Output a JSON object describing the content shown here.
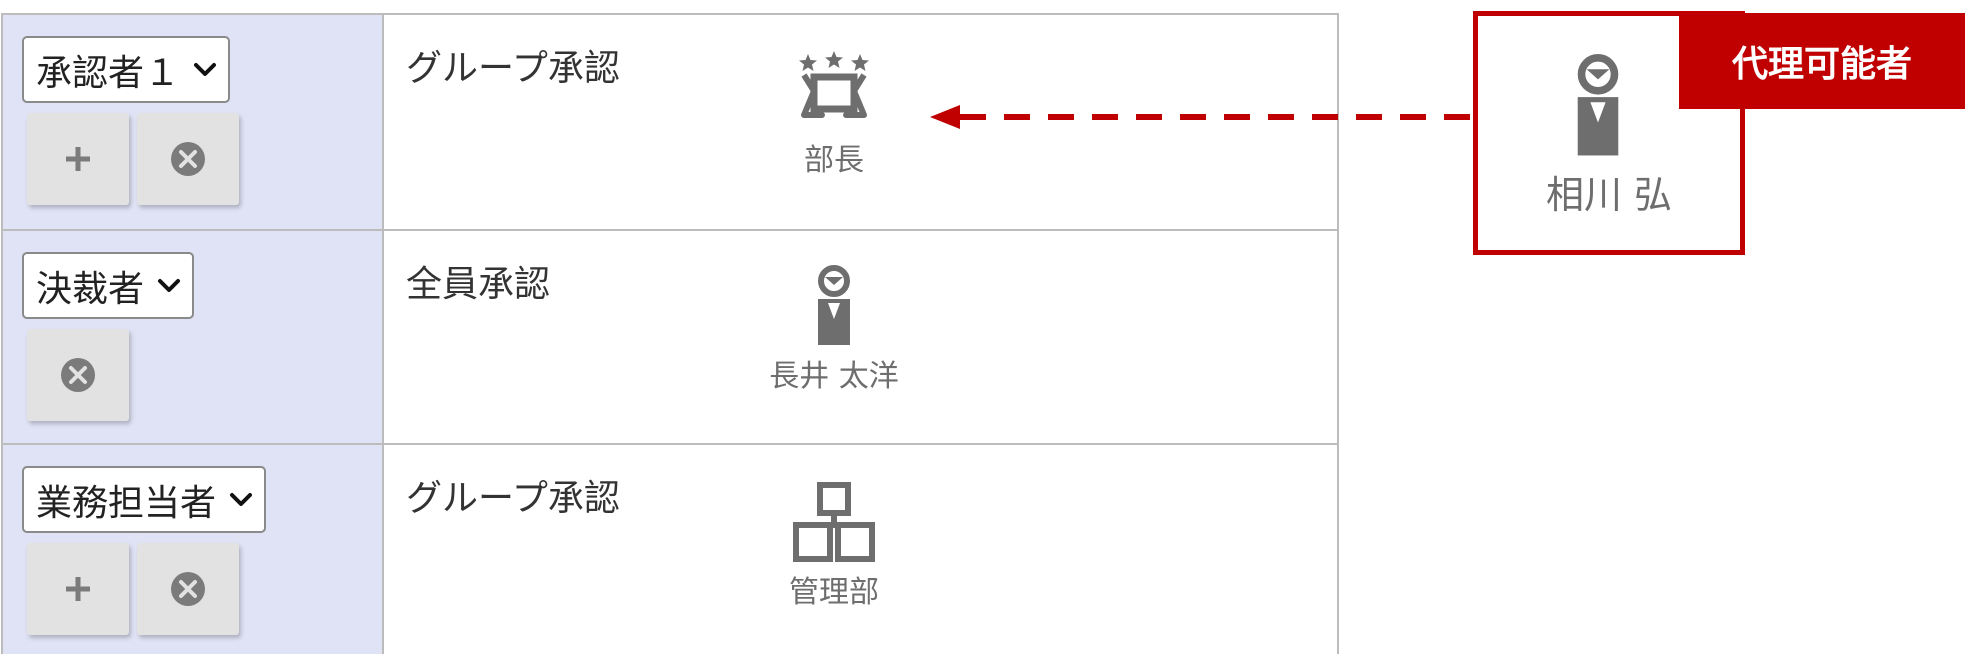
{
  "rows": [
    {
      "role_select": "承認者１",
      "buttons": [
        "add",
        "remove"
      ],
      "approval_type": "グループ承認",
      "approver": {
        "icon": "manager-stars-icon",
        "name": "部長"
      }
    },
    {
      "role_select": "決裁者",
      "buttons": [
        "remove"
      ],
      "approval_type": "全員承認",
      "approver": {
        "icon": "person-icon",
        "name": "長井 太洋"
      }
    },
    {
      "role_select": "業務担当者",
      "buttons": [
        "add",
        "remove"
      ],
      "approval_type": "グループ承認",
      "approver": {
        "icon": "organization-icon",
        "name": "管理部"
      }
    }
  ],
  "proxy": {
    "badge": "代理可能者",
    "icon": "person-icon",
    "name": "相川 弘"
  },
  "colors": {
    "accent": "#c00000",
    "role_column_bg": "#dfe3f5",
    "icon_gray": "#6e6e6e",
    "button_bg": "#e2e2e2"
  }
}
